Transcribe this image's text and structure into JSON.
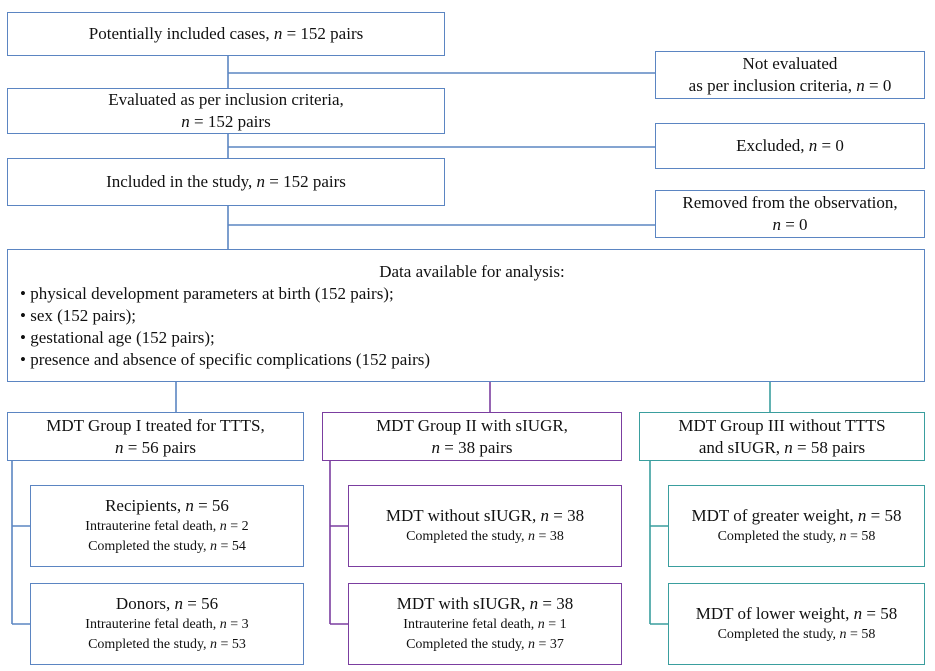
{
  "colors": {
    "blue": "#5b85c2",
    "purple": "#7b3ea0",
    "teal": "#3a9e9e"
  },
  "main_flow": {
    "potential": {
      "label": "Potentially included cases,",
      "n": "n",
      "value": "= 152 pairs"
    },
    "evaluated": {
      "line1": "Evaluated as per inclusion criteria,",
      "n": "n",
      "value": "= 152 pairs"
    },
    "included": {
      "label": "Included in the study,",
      "n": "n",
      "value": "= 152 pairs"
    }
  },
  "side_flow": {
    "not_evaluated": {
      "line1": "Not evaluated",
      "line2": "as per inclusion criteria,",
      "n": "n",
      "value": "= 0"
    },
    "excluded": {
      "label": "Excluded,",
      "n": "n",
      "value": "= 0"
    },
    "removed": {
      "line1": "Removed from the observation,",
      "n": "n",
      "value": "= 0"
    }
  },
  "data_available": {
    "title": "Data available for analysis:",
    "items": [
      "physical development parameters at birth (152 pairs);",
      "sex (152 pairs);",
      "gestational age (152 pairs);",
      "presence and absence of specific complications (152 pairs)"
    ]
  },
  "groups": [
    {
      "line1": "MDT Group I treated for TTTS,",
      "n": "n",
      "value": "= 56 pairs",
      "subgroups": [
        {
          "title": "Recipients,",
          "n": "n",
          "value": "= 56",
          "details": [
            {
              "label": "Intrauterine fetal death,",
              "n": "n",
              "value": "= 2"
            },
            {
              "label": "Completed the study,",
              "n": "n",
              "value": "= 54"
            }
          ]
        },
        {
          "title": "Donors,",
          "n": "n",
          "value": "= 56",
          "details": [
            {
              "label": "Intrauterine fetal death,",
              "n": "n",
              "value": "= 3"
            },
            {
              "label": "Completed the study,",
              "n": "n",
              "value": "= 53"
            }
          ]
        }
      ]
    },
    {
      "line1": "MDT Group II with sIUGR,",
      "n": "n",
      "value": "= 38 pairs",
      "subgroups": [
        {
          "title": "MDT without sIUGR,",
          "n": "n",
          "value": "= 38",
          "details": [
            {
              "label": "Completed the study,",
              "n": "n",
              "value": "= 38"
            }
          ]
        },
        {
          "title": "MDT with sIUGR,",
          "n": "n",
          "value": "= 38",
          "details": [
            {
              "label": "Intrauterine fetal death,",
              "n": "n",
              "value": "= 1"
            },
            {
              "label": "Completed the study,",
              "n": "n",
              "value": "= 37"
            }
          ]
        }
      ]
    },
    {
      "line1": "MDT Group III without TTTS",
      "line2_prefix": "and sIUGR,",
      "n": "n",
      "value": "= 58 pairs",
      "subgroups": [
        {
          "title": "MDT of greater weight,",
          "n": "n",
          "value": "= 58",
          "details": [
            {
              "label": "Completed the study,",
              "n": "n",
              "value": "= 58"
            }
          ]
        },
        {
          "title": "MDT of lower weight,",
          "n": "n",
          "value": "= 58",
          "details": [
            {
              "label": "Completed the study,",
              "n": "n",
              "value": "= 58"
            }
          ]
        }
      ]
    }
  ]
}
